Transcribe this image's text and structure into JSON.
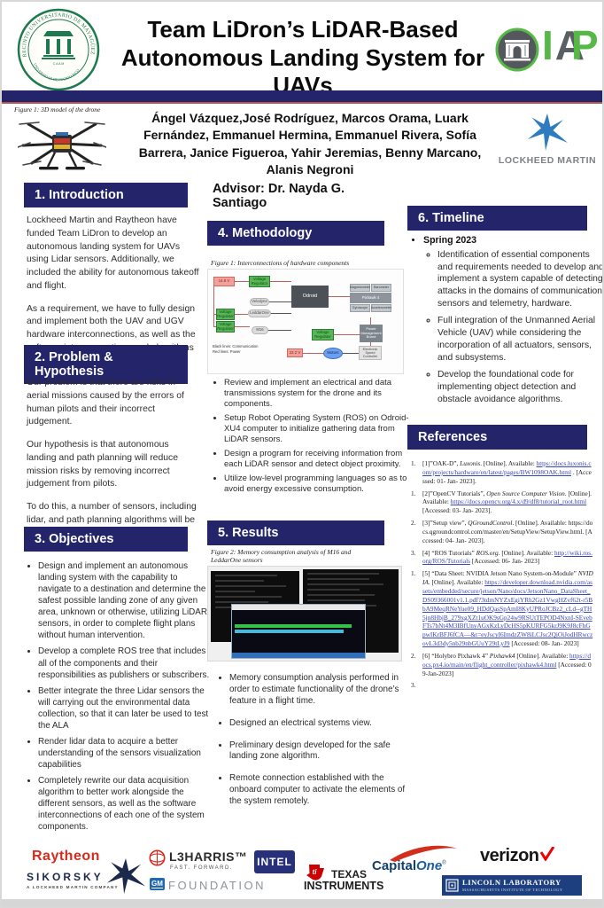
{
  "header": {
    "title": "Team LiDron’s LiDAR-Based Autonomous Landing System for UAVs",
    "seal_text_top": "RECINTO UNIVERSITARIO DE MAYAGÜEZ",
    "seal_text_bottom": "UNIVERSIDAD DE PUERTO RICO",
    "seal_text_center": "C A A M",
    "iap_i": "I",
    "iap_a": "A",
    "iap_p": "P"
  },
  "byline": {
    "figure_caption": "Figure 1: 3D model of the drone",
    "authors": "Ángel Vázquez,José Rodríguez, Marcos Orama, Luark Fernández, Emmanuel Hermina, Emmanuel Rivera,  Sofía Barrera, Janice Figueroa, Yahir Jeremias, Benny Marcano, Alanis Negroni",
    "advisor": "Advisor: Dr. Nayda G. Santiago",
    "lockheed_label": "LOCKHEED MARTIN"
  },
  "sections": {
    "introduction": {
      "title": "1. Introduction",
      "paragraphs": [
        "Lockheed Martin and Raytheon have funded Team LiDron to develop an autonomous landing system for UAVs using Lidar sensors. Additionally, we included the ability for autonomous takeoff and flight.",
        "As a requirement, we have to fully design and implement both the UAV and UGV hardware interconnections, as well as the software interconnections and algorithms that will enable this feature set."
      ]
    },
    "problem": {
      "title": "2. Problem & Hypothesis",
      "paragraphs": [
        "Our problem is that there are risks in aerial missions caused by the errors of human pilots and their incorrect judgement.",
        "Our hypothesis is that autonomous landing and path planning will reduce mission risks by removing incorrect judgement from pilots.",
        "To do this, a number of sensors, including lidar, and path planning algorithms will be used. This will allow landing without the need for human interaction."
      ]
    },
    "objectives": {
      "title": "3. Objectives",
      "bullets": [
        "Design and implement an autonomous landing system with the capability to navigate to a destination and determine the safest possible landing zone of any given area, unknown or otherwise, utilizing LiDAR sensors, in order to complete flight plans without human intervention.",
        "Develop a complete ROS tree that includes all of the components and their responsibilities as publishers or subscribers.",
        "Better integrate the three Lidar sensors the will carrying out the environmental data collection, so that it can later be used to test the ALA",
        "Render lidar data to acquire a better understanding of the sensors visualization capabilities",
        "Completely rewrite our data acquisition algorithm to better work alongside the different sensors, as well as the software interconnections of each one of the system components."
      ]
    },
    "methodology": {
      "title": "4. Methodology",
      "figure_caption": "Figure 1: Interconnections of hardware components",
      "bullets": [
        "Review and implement an electrical and data transmissions system for the drone and its components.",
        "Setup Robot Operating System (ROS) on Odroid-XU4 computer to initialize gathering data from LiDAR sensors.",
        "Design a program for receiving information from each LiDAR sensor and detect object proximity.",
        "Utilize low-level programming languages so as to avoid energy excessive consumption."
      ]
    },
    "results": {
      "title": "5. Results",
      "figure_caption": "Figure 2: Memory consumption analysis of M16 and LeddarOne sensors",
      "bullets": [
        "Memory consumption analysis performed in order to estimate functionality of the drone’s feature in a flight time.",
        "Designed an electrical systems view.",
        "Preliminary design developed for the safe landing zone algorithm.",
        "Remote connection established  with the onboard computer to activate the elements of the system remotely."
      ]
    },
    "timeline": {
      "title": "6. Timeline",
      "milestone": "Spring 2023",
      "items": [
        "Identification of essential components and requirements needed to develop and implement a system capable of detecting attacks in the domains of communication, sensors and telemetry, hardware.",
        "Full integration of the Unmanned Aerial Vehicle (UAV) while considering the incorporation of all actuators, sensors, and subsystems.",
        "Develop the foundational code for implementing object detection and obstacle avoidance algorithms."
      ]
    }
  },
  "diagram": {
    "battery_top": "14.8 V",
    "regulator": "Voltage Regulator",
    "velodyne": "Velodyne",
    "leddarone": "LeddarOne",
    "m16": "M16",
    "odroid": "Odroid",
    "magnetometer": "Magnetometer",
    "barometer": "Barometer",
    "pixhawk": "Pixhawk 4",
    "gyroscope": "Gyroscope",
    "accelerometer": "Accelerometer",
    "pmb": "Power Management Board",
    "esc": "Electronic Speed Controller",
    "battery_bottom": "22.2 V",
    "motors": "Motors",
    "legend_comm": "Black lines: Communication",
    "legend_power": "Red lines: Power"
  },
  "references": {
    "title": "References",
    "items": [
      {
        "m": "1.",
        "a": "[1]”OAK-D”, ",
        "i": "Luxonis",
        "b": ". [Online]. Available: ",
        "l": "https://docs.luxonis.com/projects/hardware/en/latest/pages/BW1098OAK.html",
        "c": " . [Accessed: 01- Jan- 2023]."
      },
      {
        "m": "1.",
        "a": "[2]”OpenCV Tutorials”, ",
        "i": "Open Source Computer Vision",
        "b": ". [Online]. Available: ",
        "l": "https://docs.opencv.org/4.x/d9/df8/tutorial_root.html",
        "c": " [Accessed: 03- Jan- 2023]."
      },
      {
        "m": "2.",
        "a": "[3]”Setup view”, ",
        "i": "QGroundControl",
        "b": ". [Online]. Available: https://docs.qgroundcontrol.com/master/en/SetupView/SetupView.html. [Accessed: 04- Jan- 2023].",
        "l": "",
        "c": ""
      },
      {
        "m": "3.",
        "a": "[4]        “ROS Tutorials” ",
        "i": "ROS.org",
        "b": ". [Online]. Available: ",
        "l": "http://wiki.ros.org/ROS/Tutorials",
        "c": " [Accessed: 06- Jan- 2023]"
      },
      {
        "m": "1.",
        "a": "[5]        “Data Sheet: NVIDIA Jetson Nano System-on-Module” ",
        "i": "NVIDIA",
        "b": ". [Online]. Available: ",
        "l": "https://developer.download.nvidia.com/assets/embedded/secure/jetson/Nano/docs/JetsonNano_DataSheet_DS09366001v1.1.pdf?3tdmNYZxEgiYRh2Gz1VwgHZvf62t-r5BbA9MeqRNeYue09_HDdQasSpAmI8KyUPRoJCBz2_cLd--gTH5jn8HbjB_279xgXZt1uOK9sGp24w9RSUtTEPOD4NxnI-SEvebFTs7bNt4M3IBfUnyAGxKzLyDcHS5pKURFG5krJ9K9J8cFhGpwIKrBFJ6fCA—&t=eyJscyI6ImdzZW8iLCJsc2QiOiJodHRwczovL3d3dy5nb29nbGUuY29tLyJ9",
        "c": " [Accessed: 08- Jan- 2023]"
      },
      {
        "m": "2.",
        "a": "[6] “Holybro Pixhawk 4” ",
        "i": "Pixhawk4",
        "b": " [Online]. Available: ",
        "l": "https://docs.px4.io/main/en/flight_controller/pixhawk4.html",
        "c": " [Accessed: 09-Jan-2023]"
      },
      {
        "m": "3.",
        "a": "",
        "i": "",
        "b": "",
        "l": "",
        "c": ""
      }
    ]
  },
  "sponsors": {
    "raytheon": "Raytheon",
    "sikorsky": "SIKORSKY",
    "sikorsky_sub": "A LOCKHEED MARTIN COMPANY",
    "l3harris": "L3HARRIS™",
    "l3harris_sub": "FAST. FORWARD.",
    "gm": "GM",
    "foundation": "FOUNDATION",
    "intel": "INTEL",
    "ti_icon": "ti",
    "ti_line1": "TEXAS",
    "ti_line2": "INSTRUMENTS",
    "capital": "Capital",
    "one": "One",
    "reg": "®",
    "verizon": "verizon",
    "lincoln_line1": "LINCOLN LABORATORY",
    "lincoln_line2": "MASSACHUSETTS INSTITUTE OF TECHNOLOGY"
  },
  "colors": {
    "accent_navy": "#23246a",
    "link_blue": "#3a46b4",
    "lockheed_blue": "#2f7bbf",
    "raytheon_red": "#d52b1e",
    "seal_green": "#1d7a4f",
    "iap_green": "#56b947"
  }
}
